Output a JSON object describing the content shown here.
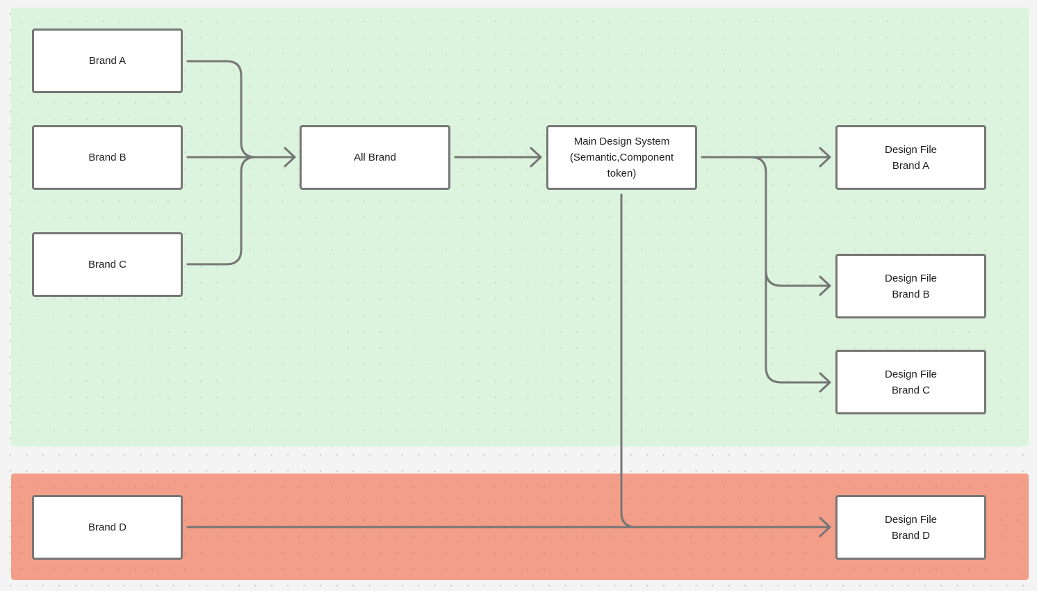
{
  "diagram": {
    "sections": [
      {
        "id": "primary",
        "color": "#dcf4dd"
      },
      {
        "id": "secondary",
        "color": "#f39e89"
      }
    ],
    "nodes": {
      "brand_a": {
        "label": "Brand A"
      },
      "brand_b": {
        "label": "Brand B"
      },
      "brand_c": {
        "label": "Brand C"
      },
      "brand_d": {
        "label": "Brand D"
      },
      "all_brand": {
        "label": "All Brand"
      },
      "main_design_system": {
        "label": "Main Design System\n(Semantic,Component\ntoken)"
      },
      "design_file_brand_a": {
        "label": "Design File\nBrand A"
      },
      "design_file_brand_b": {
        "label": "Design File\nBrand B"
      },
      "design_file_brand_c": {
        "label": "Design File\nBrand C"
      },
      "design_file_brand_d": {
        "label": "Design File\nBrand D"
      }
    },
    "edges": [
      {
        "from": "brand_a",
        "to": "all_brand"
      },
      {
        "from": "brand_b",
        "to": "all_brand"
      },
      {
        "from": "brand_c",
        "to": "all_brand"
      },
      {
        "from": "all_brand",
        "to": "main_design_system"
      },
      {
        "from": "main_design_system",
        "to": "design_file_brand_a"
      },
      {
        "from": "main_design_system",
        "to": "design_file_brand_b"
      },
      {
        "from": "main_design_system",
        "to": "design_file_brand_c"
      },
      {
        "from": "main_design_system",
        "to": "design_file_brand_d"
      },
      {
        "from": "brand_d",
        "to": "design_file_brand_d"
      }
    ],
    "colors": {
      "canvas": "#f4f4f4",
      "node_fill": "#ffffff",
      "stroke": "#767676",
      "text": "#1e1e1e"
    }
  }
}
